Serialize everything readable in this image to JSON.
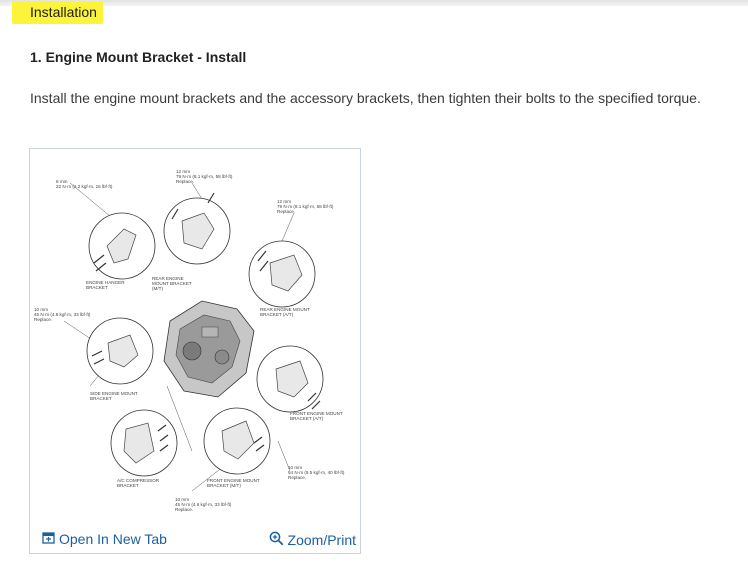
{
  "section": {
    "heading": "Installation"
  },
  "step": {
    "title": "1. Engine Mount Bracket - Install",
    "text": "Install the engine mount brackets and the accessory brackets, then tighten their bolts to the specified torque."
  },
  "figure": {
    "callouts": {
      "top_left": [
        "8 mm",
        "22 N·m (2.2 kgf·m, 16 lbf·ft)"
      ],
      "top_center": [
        "12 mm",
        "79 N·m (8.1 kgf·m, 58 lbf·ft)",
        "Replace."
      ],
      "top_right": [
        "12 mm",
        "79 N·m (8.1 kgf·m, 58 lbf·ft)",
        "Replace."
      ],
      "mid_left": [
        "10 mm",
        "45 N·m (4.6 kgf·m, 33 lbf·ft)",
        "Replace."
      ],
      "bottom_right": [
        "10 mm",
        "54 N·m (5.5 kgf·m, 40 lbf·ft)",
        "Replace."
      ],
      "bottom_center": [
        "10 mm",
        "45 N·m (4.6 kgf·m, 33 lbf·ft)",
        "Replace."
      ]
    },
    "part_labels": {
      "engine_hanger": [
        "ENGINE HANGER",
        "BRACKET"
      ],
      "rear_mount_mt": [
        "REAR ENGINE",
        "MOUNT BRACKET",
        "(M/T)"
      ],
      "rear_mount_at": [
        "REAR ENGINE MOUNT",
        "BRACKET (A/T)"
      ],
      "side_mount": [
        "SIDE ENGINE MOUNT",
        "BRACKET"
      ],
      "front_mount_at": [
        "FRONT ENGINE MOUNT",
        "BRACKET (A/T)"
      ],
      "ac_compressor": [
        "A/C COMPRESSOR",
        "BRACKET"
      ],
      "front_mount_mt": [
        "FRONT ENGINE MOUNT",
        "BRACKET (M/T)"
      ]
    },
    "open_label": "Open In New Tab",
    "zoom_label": "Zoom/Print"
  },
  "icons": {
    "open": "open-in-new-tab-icon",
    "zoom": "zoom-magnifier-icon"
  },
  "colors": {
    "highlight": "#fbf43a",
    "link": "#1c5fa0"
  }
}
